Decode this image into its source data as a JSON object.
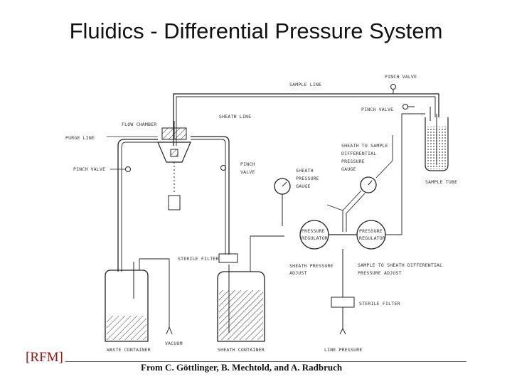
{
  "title": "Fluidics - Differential Pressure System",
  "watermark": "[RFM]",
  "credit": "From C. Göttlinger, B. Mechtold, and A. Radbruch",
  "labels": {
    "pinch_valve_top": "PINCH VALVE",
    "sample_line": "SAMPLE LINE",
    "pinch_valve_right": "PINCH VALVE",
    "flow_chamber": "FLOW CHAMBER",
    "sheath_line": "SHEATH LINE",
    "purge_line": "PURGE LINE",
    "sheath_to_sample_gauge": [
      "SHEATH TO SAMPLE",
      "DIFFERENTIAL",
      "PRESSURE",
      "GAUGE"
    ],
    "pinch_valve_left": "PINCH VALVE",
    "pinch_valve_mid": [
      "PINCH",
      "VALVE"
    ],
    "sheath_pressure_gauge": [
      "SHEATH",
      "PRESSURE",
      "GAUGE"
    ],
    "sample_tube": "SAMPLE TUBE",
    "pressure_regulator_left": [
      "PRESSURE",
      "REGULATOR"
    ],
    "pressure_regulator_right": [
      "PRESSURE",
      "REGULATOR"
    ],
    "sterile_filter_left": "STERILE FILTER",
    "sheath_pressure_adjust": [
      "SHEATH PRESSURE",
      "ADJUST"
    ],
    "sample_to_sheath_adjust": [
      "SAMPLE TO SHEATH DIFFERENTIAL",
      "PRESSURE ADJUST"
    ],
    "sterile_filter_right": "STERILE FILTER",
    "waste_container": "WASTE CONTAINER",
    "vacuum": "VACUUM",
    "sheath_container": "SHEATH CONTAINER",
    "line_pressure": "LINE PRESSURE"
  }
}
